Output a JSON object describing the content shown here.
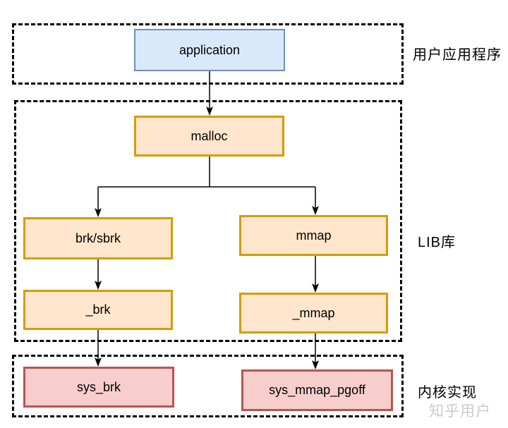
{
  "regions": {
    "user": {
      "label": "用户应用程序"
    },
    "lib": {
      "label": "LIB库"
    },
    "kernel": {
      "label": "内核实现"
    }
  },
  "nodes": {
    "application": {
      "label": "application",
      "fill": "#dae8fc",
      "border": "#6c8ebf"
    },
    "malloc": {
      "label": "malloc",
      "fill": "#ffe6cc",
      "border": "#d79b00"
    },
    "brk_sbrk": {
      "label": "brk/sbrk",
      "fill": "#ffe6cc",
      "border": "#d79b00"
    },
    "mmap": {
      "label": "mmap",
      "fill": "#ffe6cc",
      "border": "#d79b00"
    },
    "libc_brk": {
      "label": "_brk",
      "fill": "#ffe6cc",
      "border": "#d79b00"
    },
    "libc_mmap": {
      "label": "_mmap",
      "fill": "#ffe6cc",
      "border": "#d79b00"
    },
    "sys_brk": {
      "label": "sys_brk",
      "fill": "#f8cecc",
      "border": "#b85450"
    },
    "sys_mmap_pgoff": {
      "label": "sys_mmap_pgoff",
      "fill": "#f8cecc",
      "border": "#b85450"
    }
  },
  "edges": [
    {
      "from": "application",
      "to": "malloc"
    },
    {
      "from": "malloc",
      "to": "brk_sbrk"
    },
    {
      "from": "malloc",
      "to": "mmap"
    },
    {
      "from": "brk_sbrk",
      "to": "libc_brk"
    },
    {
      "from": "mmap",
      "to": "libc_mmap"
    },
    {
      "from": "libc_brk",
      "to": "sys_brk"
    },
    {
      "from": "libc_mmap",
      "to": "sys_mmap_pgoff"
    }
  ],
  "watermark": {
    "text": "知乎用户",
    "color": "#cccccc"
  },
  "colors": {
    "region_border": "#000000",
    "edge": "#000000",
    "label_text": "#000000"
  }
}
